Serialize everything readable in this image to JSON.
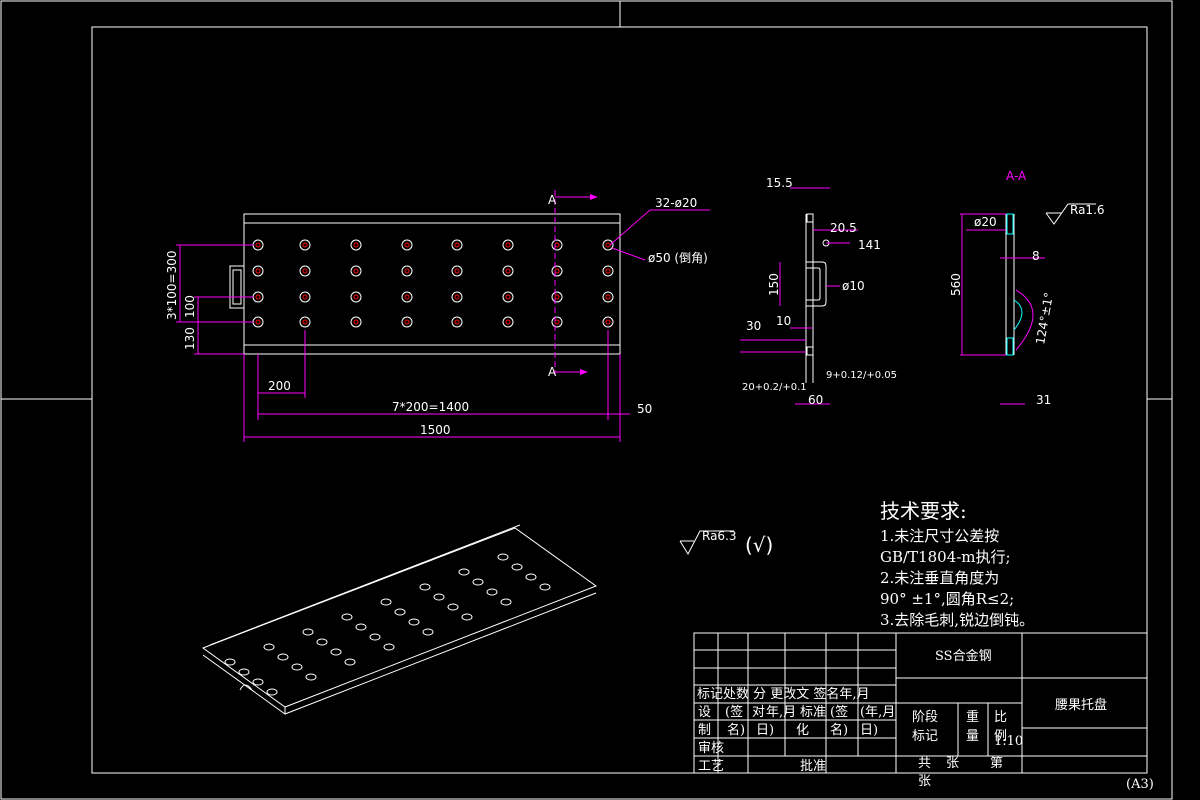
{
  "colors": {
    "background": "#000000",
    "outline": "#ffffff",
    "dimension": "#ff00ff",
    "hole_center": "#ff0000",
    "detail": "#00ffff"
  },
  "front_view": {
    "section_marker": "A",
    "hole_callout": "32-ø20",
    "chamfer_callout": "ø50 (倒角)",
    "dims": {
      "vertical_total": "3*100=300",
      "vertical_pitch": "100",
      "vertical_bottom": "130",
      "pitch_single": "200",
      "pitch_total": "7*200=1400",
      "edge_margin": "50",
      "overall": "1500"
    }
  },
  "side_view": {
    "dims": {
      "top": "15.5",
      "offset": "20.5",
      "angle": "141",
      "handle_height": "150",
      "handle_dia": "ø10",
      "left_30": "30",
      "mid_10": "10",
      "tol_left": "20+0.2/+0.1",
      "tol_right": "9+0.12/+0.05",
      "bottom": "60"
    }
  },
  "section_view": {
    "title": "A-A",
    "roughness": "Ra1.6",
    "dia": "ø20",
    "height": "560",
    "thickness": "8",
    "angle": "124°±1°",
    "bottom": "31"
  },
  "surface_symbol": {
    "value": "Ra6.3",
    "bracket": "(√)"
  },
  "notes": {
    "title": "技术要求:",
    "lines": [
      "1.未注尺寸公差按",
      "GB/T1804-m执行;",
      "2.未注垂直角度为",
      "90° ±1°,圆角R≤2;",
      "3.去除毛刺,锐边倒钝。"
    ]
  },
  "title_block": {
    "material": "SS合金钢",
    "part_name": "腰果托盘",
    "header_row": "标记处数 分  更改文 签名年,月",
    "row_a": [
      "设",
      "(签",
      "对",
      "年,月",
      "标准",
      "(签",
      "(年,月"
    ],
    "row_b": [
      "制",
      "名)",
      "日)",
      "化",
      "名)",
      "日)"
    ],
    "labels": [
      "阶段",
      "标记",
      "重",
      "量",
      "比",
      "例"
    ],
    "scale": "1:10",
    "sheets": [
      "共",
      "张",
      "第",
      "张"
    ],
    "approval": "批准",
    "craft": "工艺",
    "review": "审核",
    "format": "(A3)"
  }
}
